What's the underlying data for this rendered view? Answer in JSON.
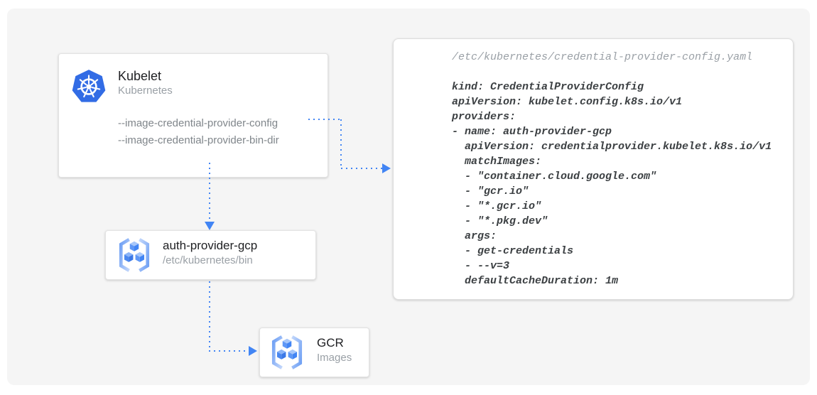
{
  "colors": {
    "arrow_color": "#4285f4",
    "canvas_bg": "#f5f5f5",
    "card_bg": "#ffffff",
    "kubernetes_blue": "#326ce5",
    "registry_cube_blue": "#4285f4",
    "title_text": "#202124",
    "muted_text": "#80868b",
    "code_text": "#3c4043",
    "comment_text": "#9aa0a6"
  },
  "nodes": {
    "kubelet": {
      "title": "Kubelet",
      "subtitle": "Kubernetes",
      "icon": "kubernetes-icon",
      "flags": [
        "--image-credential-provider-config",
        "--image-credential-provider-bin-dir"
      ]
    },
    "auth_provider_gcp": {
      "title": "auth-provider-gcp",
      "subtitle": "/etc/kubernetes/bin",
      "icon": "container-registry-icon"
    },
    "gcr": {
      "title": "GCR",
      "subtitle": "Images",
      "icon": "container-registry-icon"
    }
  },
  "edges": [
    {
      "from": "kubelet:--image-credential-provider-config",
      "to": "credential-provider-config-file",
      "style": "dotted-arrow"
    },
    {
      "from": "kubelet",
      "to": "auth-provider-gcp",
      "style": "dotted-arrow"
    },
    {
      "from": "auth-provider-gcp",
      "to": "gcr",
      "style": "dotted-arrow"
    }
  ],
  "code_panel": {
    "filename_comment": "/etc/kubernetes/credential-provider-config.yaml",
    "lines": [
      "kind: CredentialProviderConfig",
      "apiVersion: kubelet.config.k8s.io/v1",
      "providers:",
      "- name: auth-provider-gcp",
      "  apiVersion: credentialprovider.kubelet.k8s.io/v1",
      "  matchImages:",
      "  - \"container.cloud.google.com\"",
      "  - \"gcr.io\"",
      "  - \"*.gcr.io\"",
      "  - \"*.pkg.dev\"",
      "  args:",
      "  - get-credentials",
      "  - --v=3",
      "  defaultCacheDuration: 1m"
    ]
  }
}
